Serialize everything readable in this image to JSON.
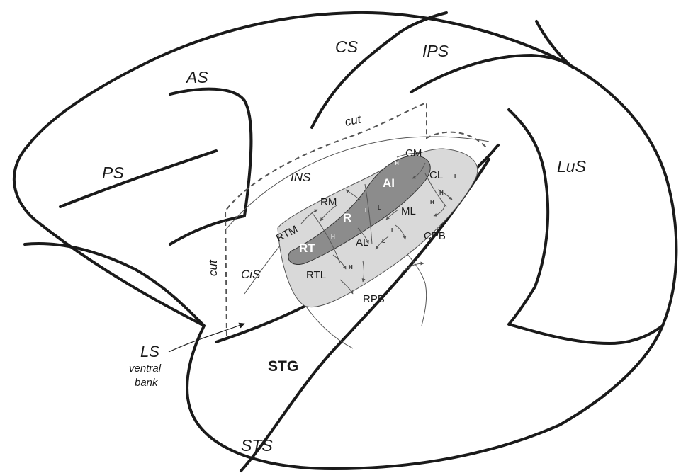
{
  "sulci": {
    "cs": "CS",
    "ips": "IPS",
    "as": "AS",
    "ps": "PS",
    "lus": "LuS",
    "sts": "STS",
    "cis": "CiS"
  },
  "regions": {
    "ins": "INS",
    "stg": "STG",
    "cut_top": "cut",
    "cut_left": "cut"
  },
  "ls_label": {
    "title": "LS",
    "line1": "ventral",
    "line2": "bank"
  },
  "core_areas": {
    "ai": "AI",
    "r": "R",
    "rt": "RT"
  },
  "belt_areas": {
    "cm": "CM",
    "cl": "CL",
    "ml": "ML",
    "al": "AL",
    "rm": "RM",
    "rtm": "RTM",
    "rtl": "RTL"
  },
  "parabelt_areas": {
    "cpb": "CPB",
    "rpb": "RPB"
  },
  "gradient_marks": {
    "high": "H",
    "low": "L"
  },
  "colors": {
    "outline": "#1a1a1a",
    "belt_fill": "#d9d9d9",
    "core_fill": "#8c8c8c",
    "thin_line": "#555555"
  }
}
